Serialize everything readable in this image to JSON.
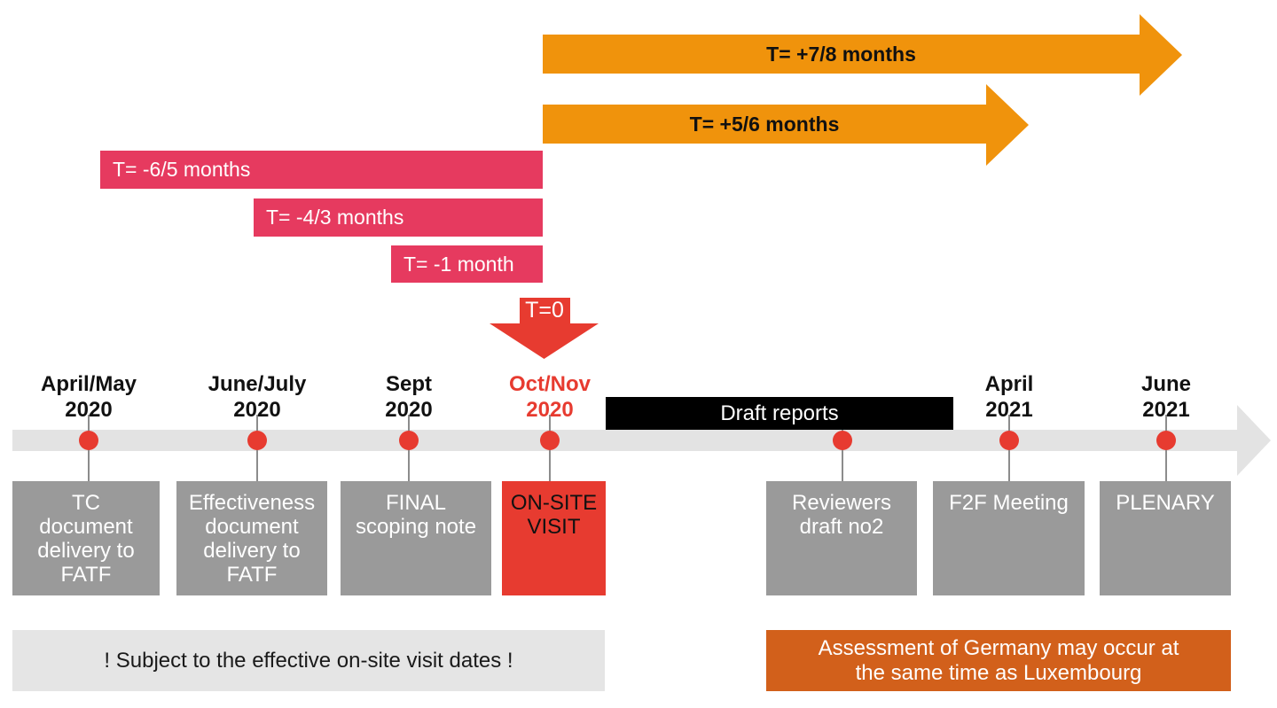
{
  "post_visit_arrows": [
    {
      "label": "T= +7/8 months"
    },
    {
      "label": "T= +5/6 months"
    }
  ],
  "pre_visit_bars": [
    {
      "label": "T= -6/5 months"
    },
    {
      "label": "T= -4/3 months"
    },
    {
      "label": "T= -1 month"
    }
  ],
  "t_zero_marker": {
    "label": "T=0"
  },
  "draft_reports_bar": {
    "label": "Draft reports"
  },
  "milestones": [
    {
      "date": "April/May\n2020",
      "box": "TC\ndocument\ndelivery to\nFATF"
    },
    {
      "date": "June/July\n2020",
      "box": "Effectiveness\ndocument\ndelivery to\nFATF"
    },
    {
      "date": "Sept\n2020",
      "box": "FINAL\nscoping note"
    },
    {
      "date": "Oct/Nov\n2020",
      "box": "ON-SITE\nVISIT"
    },
    {
      "date": "",
      "box": "Reviewers\ndraft no2"
    },
    {
      "date": "April\n2021",
      "box": "F2F Meeting"
    },
    {
      "date": "June\n2021",
      "box": "PLENARY"
    }
  ],
  "notes": {
    "left": "! Subject to the effective on-site visit dates !",
    "right": "Assessment of Germany may occur at\nthe same time as Luxembourg"
  },
  "colors": {
    "orange_arrow": "#F0930C",
    "pink_bar": "#E63A5F",
    "red_accent": "#E73B30",
    "gray_box": "#9A9A9A",
    "timeline_band": "#E3E3E3",
    "black_bar": "#000000",
    "note_gray": "#E5E5E5",
    "note_orange": "#D2601B"
  }
}
